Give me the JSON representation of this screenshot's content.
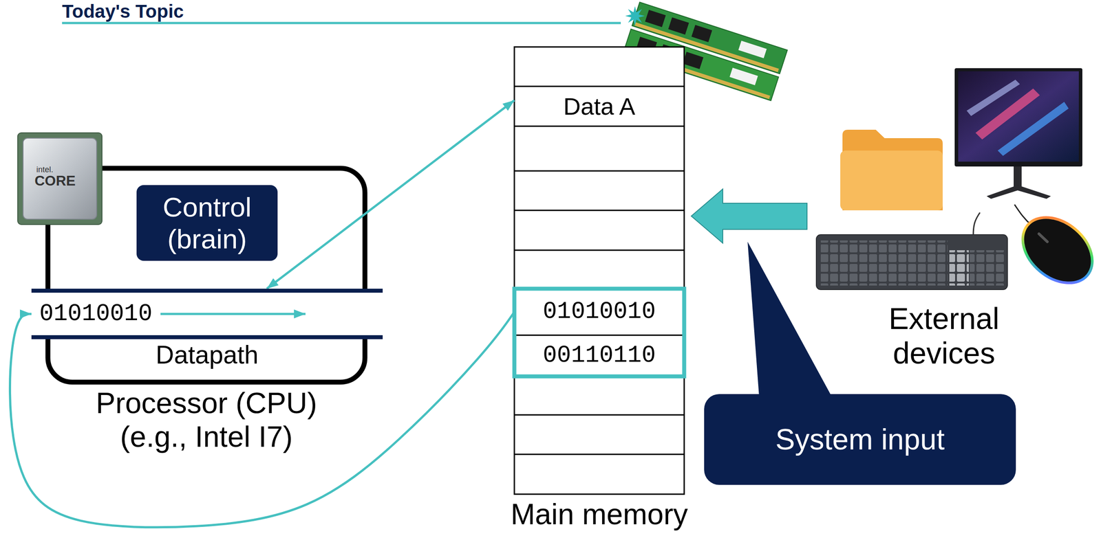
{
  "diagram": {
    "title": "Today's Topic",
    "nodes": [
      {
        "text": [
          "Processor (CPU) (e.g., Intel I7)"
        ]
      },
      {
        "text": [
          "Control (brain)"
        ],
        "in": 0
      },
      {
        "text": [
          "01010010",
          "Datapath"
        ],
        "in": 0
      },
      {
        "text": [
          "Main memory"
        ]
      },
      {
        "text": [
          "Data A"
        ],
        "in": 3
      },
      {
        "text": [
          "01010010"
        ],
        "in": 3
      },
      {
        "text": [
          "00110110"
        ],
        "in": 3
      },
      {
        "text": [
          "System input"
        ]
      }
    ],
    "edges": [
      {
        "from": 2,
        "to": 4,
        "arrow": "both"
      },
      {
        "from": 5,
        "to": 2,
        "arrow": "to"
      }
    ],
    "labels": [
      "External devices",
      "intel.",
      "CORE"
    ]
  }
}
